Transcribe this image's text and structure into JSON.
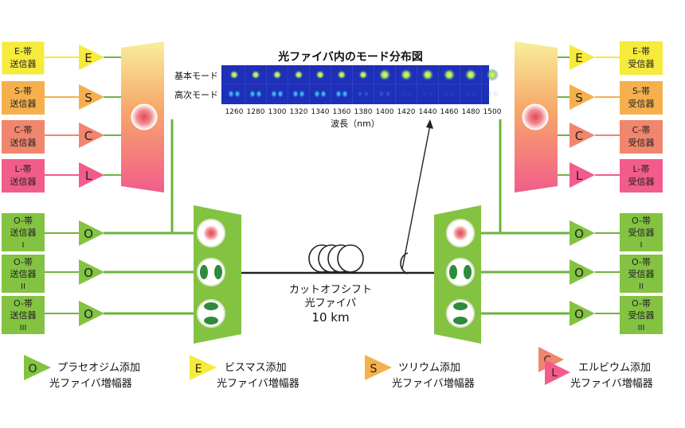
{
  "colors": {
    "band_e": "#F6EA3C",
    "band_s": "#F5B04D",
    "band_c": "#F1866E",
    "band_l": "#F25C8B",
    "band_o": "#83C341",
    "o_stroke": "#5E9E2A",
    "line": "#222222",
    "green_line": "#6DB33F",
    "core_red": "#E3475A",
    "core_green": "#2E8B3A",
    "mux_top": "#F9EE9A",
    "mux_bottom": "#F25C8B"
  },
  "mode_panel": {
    "title": "光ファイバ内のモード分布図",
    "row_labels": [
      "基本モード",
      "高次モード"
    ],
    "wavelengths": [
      "1260",
      "1280",
      "1300",
      "1320",
      "1340",
      "1360",
      "1380",
      "1400",
      "1420",
      "1440",
      "1460",
      "1480",
      "1500"
    ],
    "xlabel": "波長（nm）"
  },
  "transmitters": [
    {
      "band": "E",
      "line1": "E-帯",
      "line2": "送信器"
    },
    {
      "band": "S",
      "line1": "S-帯",
      "line2": "送信器"
    },
    {
      "band": "C",
      "line1": "C-帯",
      "line2": "送信器"
    },
    {
      "band": "L",
      "line1": "L-帯",
      "line2": "送信器"
    }
  ],
  "receivers": [
    {
      "band": "E",
      "line1": "E-帯",
      "line2": "受信器"
    },
    {
      "band": "S",
      "line1": "S-帯",
      "line2": "受信器"
    },
    {
      "band": "C",
      "line1": "C-帯",
      "line2": "受信器"
    },
    {
      "band": "L",
      "line1": "L-帯",
      "line2": "受信器"
    }
  ],
  "o_transmitters": [
    {
      "amp": "O",
      "line1": "O-帯",
      "line2": "送信器",
      "line3": "I"
    },
    {
      "amp": "O",
      "line1": "O-帯",
      "line2": "送信器",
      "line3": "II"
    },
    {
      "amp": "O",
      "line1": "O-帯",
      "line2": "送信器",
      "line3": "III"
    }
  ],
  "o_receivers": [
    {
      "amp": "O",
      "line1": "O-帯",
      "line2": "受信器",
      "line3": "I"
    },
    {
      "amp": "O",
      "line1": "O-帯",
      "line2": "受信器",
      "line3": "II"
    },
    {
      "amp": "O",
      "line1": "O-帯",
      "line2": "受信器",
      "line3": "III"
    }
  ],
  "fiber": {
    "line1": "カットオフシフト",
    "line2": "光ファイバ",
    "line3": "10 km"
  },
  "legend": [
    {
      "symbol": "O",
      "line1": "プラセオジム添加",
      "line2": "光ファイバ増幅器"
    },
    {
      "symbol": "E",
      "line1": "ビスマス添加",
      "line2": "光ファイバ増幅器"
    },
    {
      "symbol": "S",
      "line1": "ツリウム添加",
      "line2": "光ファイバ増幅器"
    },
    {
      "symbol": "C",
      "symbol2": "L",
      "line1": "エルビウム添加",
      "line2": "光ファイバ増幅器"
    }
  ]
}
